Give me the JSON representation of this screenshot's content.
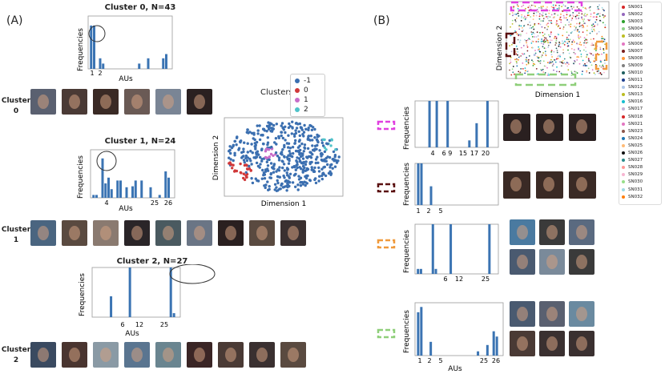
{
  "panels": {
    "A": "(A)",
    "B": "(B)"
  },
  "clusters_inset": {
    "legend_title": "Clusters",
    "legend": [
      {
        "label": "-1",
        "color": "#3b6fb0"
      },
      {
        "label": "0",
        "color": "#d0393a"
      },
      {
        "label": "1",
        "color": "#c86cc8"
      },
      {
        "label": "2",
        "color": "#4fc3c9"
      }
    ],
    "xlabel": "Dimension 1",
    "ylabel": "Dimension 2"
  },
  "tsne_inset": {
    "xlabel": "Dimension 1",
    "ylabel": "Dimension 2"
  },
  "cluster_labels": {
    "c0": [
      "Cluster",
      "0"
    ],
    "c1": [
      "Cluster",
      "1"
    ],
    "c2": [
      "Cluster",
      "2"
    ]
  },
  "face_colors": {
    "row0": [
      "#5a6070",
      "#4a3a35",
      "#3a2a25",
      "#6a5a55",
      "#7a8595",
      "#2a2020"
    ],
    "row1": [
      "#4a6580",
      "#5a4a40",
      "#8a7a70",
      "#2a2528",
      "#4a5a60",
      "#6a7585",
      "#2a2020",
      "#5a4a40",
      "#3a3030"
    ],
    "row2": [
      "#3a4a60",
      "#4a3530",
      "#8a9aa5",
      "#5a7590",
      "#6a8590",
      "#3a2525",
      "#4a3a35",
      "#3a3030",
      "#5a4a40"
    ],
    "b1": [
      "#2a2020",
      "#2a2020",
      "#2a2020"
    ],
    "b2": [
      "#3a2a25",
      "#3a2a25",
      "#3a2a25"
    ],
    "b3": [
      "#4a7aa0",
      "#3a3a3a",
      "#5a6a80",
      "#4a5a70",
      "#7a8a9a",
      "#3a3a3a"
    ],
    "b4": [
      "#4a5a70",
      "#5a6070",
      "#6a8aa0",
      "#4a3a35",
      "#3a3030",
      "#3a3030"
    ]
  },
  "chart_data": [
    {
      "type": "bar",
      "title": "Cluster 0, N=43",
      "xlabel": "AUs",
      "ylabel": "Frequencies",
      "x": [
        1,
        2,
        4,
        5,
        17,
        20,
        25,
        26
      ],
      "values": [
        0.82,
        0.82,
        0.2,
        0.1,
        0.1,
        0.2,
        0.2,
        0.28
      ],
      "tick_labels": [
        "1",
        "2"
      ]
    },
    {
      "type": "bar",
      "title": "Cluster 1, N=24",
      "xlabel": "AUs",
      "ylabel": "Frequencies",
      "x": [
        1,
        2,
        4,
        5,
        6,
        7,
        9,
        10,
        12,
        14,
        15,
        17,
        20,
        23,
        25,
        26
      ],
      "values": [
        0.06,
        0.06,
        0.82,
        0.3,
        0.42,
        0.18,
        0.36,
        0.36,
        0.22,
        0.24,
        0.36,
        0.36,
        0.22,
        0.06,
        0.55,
        0.42
      ],
      "tick_labels": [
        "4",
        "25",
        "26"
      ]
    },
    {
      "type": "bar",
      "title": "Cluster 2, N=27",
      "xlabel": "AUs",
      "ylabel": "Frequencies",
      "x": [
        6,
        12,
        25,
        26
      ],
      "values": [
        0.42,
        1.0,
        1.0,
        0.08
      ],
      "tick_labels": [
        "6",
        "12",
        "25"
      ]
    },
    {
      "type": "bar",
      "xlabel": "",
      "ylabel": "Frequencies",
      "x": [
        4,
        6,
        9,
        15,
        17,
        20
      ],
      "values": [
        1.0,
        1.0,
        1.0,
        0.15,
        0.52,
        1.0
      ],
      "tick_labels": [
        "4",
        "6 9",
        "15",
        "17",
        "20"
      ]
    },
    {
      "type": "bar",
      "xlabel": "",
      "ylabel": "Frequencies",
      "x": [
        1,
        2,
        5
      ],
      "values": [
        1.0,
        1.0,
        0.45
      ],
      "tick_labels": [
        "1",
        "2",
        "5"
      ]
    },
    {
      "type": "bar",
      "xlabel": "",
      "ylabel": "Frequencies",
      "x": [
        1,
        2,
        6,
        7,
        12,
        25
      ],
      "values": [
        0.1,
        0.1,
        1.0,
        0.1,
        1.0,
        1.0
      ],
      "tick_labels": [
        "6",
        "12",
        "25"
      ]
    },
    {
      "type": "bar",
      "xlabel": "AUs",
      "ylabel": "Frequencies",
      "x": [
        1,
        2,
        5,
        20,
        23,
        25,
        26
      ],
      "values": [
        0.82,
        0.92,
        0.26,
        0.08,
        0.2,
        0.46,
        0.36
      ],
      "tick_labels": [
        "1",
        "2",
        "5",
        "25",
        "26"
      ]
    }
  ],
  "subject_legend": {
    "items": [
      {
        "label": "SN001",
        "color": "#d62728"
      },
      {
        "label": "SN002",
        "color": "#9467bd"
      },
      {
        "label": "SN003",
        "color": "#2ca02c"
      },
      {
        "label": "SN004",
        "color": "#8fd18a"
      },
      {
        "label": "SN005",
        "color": "#bcbd22"
      },
      {
        "label": "SN006",
        "color": "#e377c2"
      },
      {
        "label": "SN007",
        "color": "#7b1f1f"
      },
      {
        "label": "SN008",
        "color": "#ff9a3c"
      },
      {
        "label": "SN009",
        "color": "#7f7f7f"
      },
      {
        "label": "SN010",
        "color": "#1f5f5f"
      },
      {
        "label": "SN011",
        "color": "#1f3f8f"
      },
      {
        "label": "SN012",
        "color": "#aec7e8"
      },
      {
        "label": "SN013",
        "color": "#bcbd22"
      },
      {
        "label": "SN016",
        "color": "#17becf"
      },
      {
        "label": "SN017",
        "color": "#c5b0d5"
      },
      {
        "label": "SN018",
        "color": "#d62728"
      },
      {
        "label": "SN021",
        "color": "#e377c2"
      },
      {
        "label": "SN023",
        "color": "#8c564b"
      },
      {
        "label": "SN024",
        "color": "#1f77b4"
      },
      {
        "label": "SN025",
        "color": "#ffbb78"
      },
      {
        "label": "SN026",
        "color": "#111111"
      },
      {
        "label": "SN027",
        "color": "#2b8c8c"
      },
      {
        "label": "SN028",
        "color": "#ff9896"
      },
      {
        "label": "SN029",
        "color": "#f7b6d2"
      },
      {
        "label": "SN030",
        "color": "#98df8a"
      },
      {
        "label": "SN031",
        "color": "#9edae5"
      },
      {
        "label": "SN032",
        "color": "#ff7f0e"
      }
    ]
  },
  "colors": {
    "bar": "#3b74b3",
    "magenta_box": "#e040e0",
    "darkred_box": "#5a1010",
    "orange_box": "#f09a3c",
    "green_box": "#8fcf7a"
  }
}
